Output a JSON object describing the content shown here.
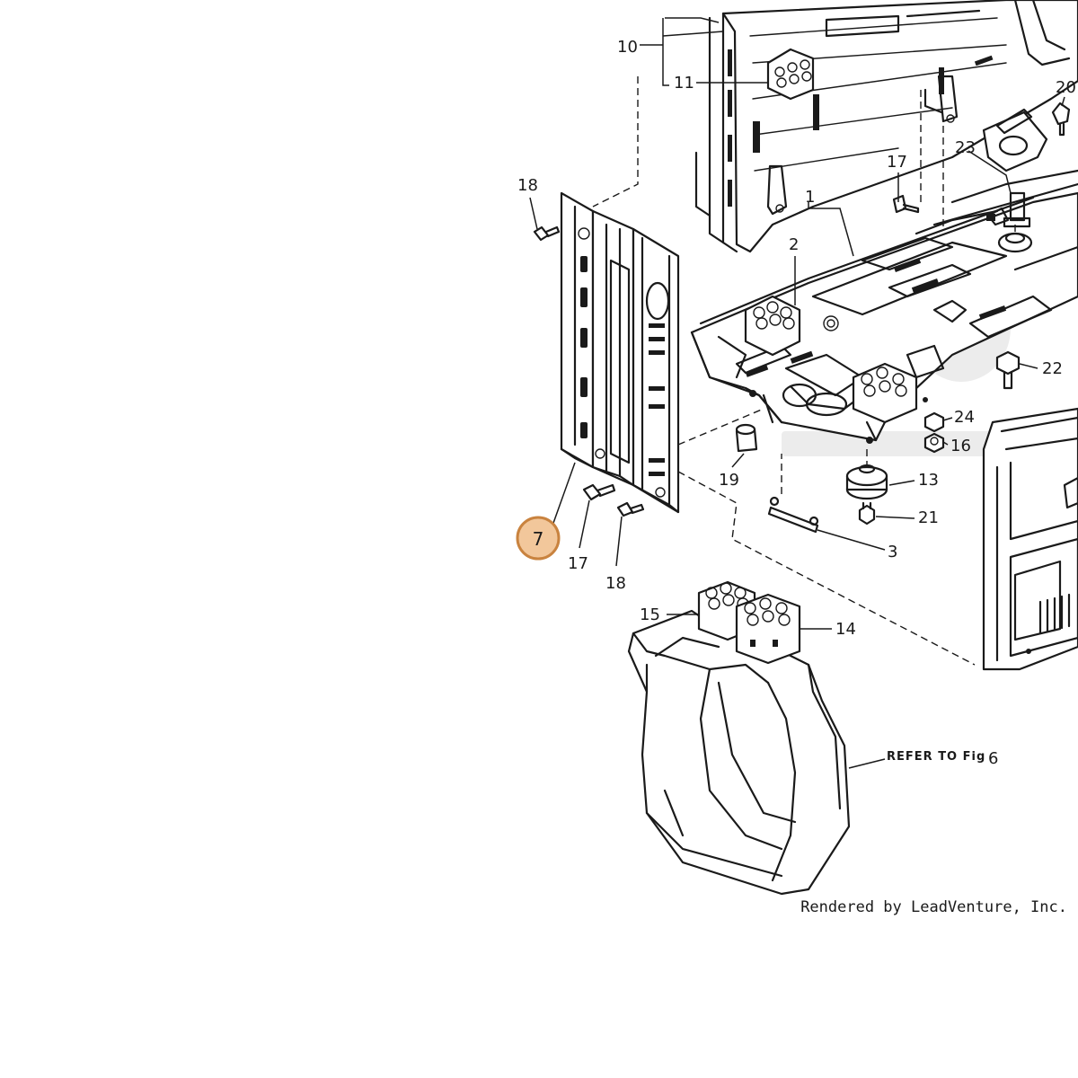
{
  "diagram": {
    "callouts": {
      "c1": "1",
      "c2": "2",
      "c3": "3",
      "c7": "7",
      "c10": "10",
      "c11": "11",
      "c13": "13",
      "c14": "14",
      "c15": "15",
      "c16": "16",
      "c17a": "17",
      "c17b": "17",
      "c18a": "18",
      "c18b": "18",
      "c19": "19",
      "c20": "20",
      "c21": "21",
      "c22": "22",
      "c23": "23",
      "c24": "24"
    },
    "highlighted_part": "7",
    "refer_text": "REFER TO Fig",
    "refer_number": "6",
    "credit": "Rendered by LeadVenture, Inc.",
    "colors": {
      "highlight_fill": "#f2c79b",
      "highlight_stroke": "#c9833f",
      "line": "#1a1a1a"
    }
  }
}
